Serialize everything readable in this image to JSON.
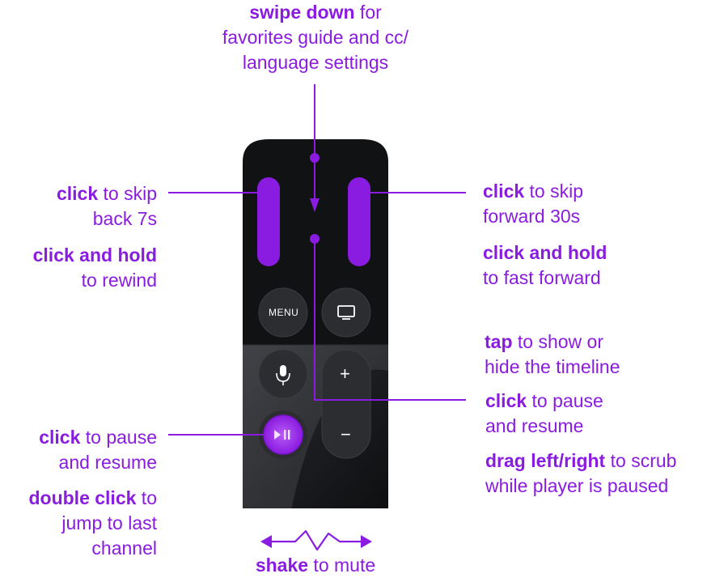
{
  "colors": {
    "accent": "#8a1be0",
    "remote_body": "#111214",
    "button": "#2b2d31"
  },
  "top_callout": {
    "bold": "swipe down",
    "rest": " for",
    "line2": "favorites guide and cc/",
    "line3": "language settings"
  },
  "left_skip": {
    "bold": "click",
    "rest": " to skip",
    "line2": "back 7s"
  },
  "left_hold": {
    "bold": "click and hold",
    "line2": "to rewind"
  },
  "right_skip": {
    "bold": "click",
    "rest": " to skip",
    "line2": "forward 30s"
  },
  "right_hold": {
    "bold": "click and hold",
    "line2": "to fast forward"
  },
  "right_tap": {
    "bold": "tap",
    "rest": " to show or",
    "line2": "hide the timeline"
  },
  "right_click": {
    "bold": "click",
    "rest": " to pause",
    "line2": "and resume"
  },
  "right_drag": {
    "bold": "drag left/right",
    "rest": " to scrub",
    "line2": "while player is paused"
  },
  "left_pause": {
    "bold": "click",
    "rest": " to pause",
    "line2": "and resume"
  },
  "left_double": {
    "bold": "double click",
    "rest": " to",
    "line2": "jump to last",
    "line3": "channel"
  },
  "bottom_shake": {
    "bold": "shake",
    "rest": " to mute"
  },
  "remote": {
    "menu_label": "MENU",
    "tv_icon": "tv-icon",
    "mic_icon": "microphone-icon",
    "play_pause_icon": "play-pause-icon",
    "plus": "+",
    "minus": "−"
  }
}
